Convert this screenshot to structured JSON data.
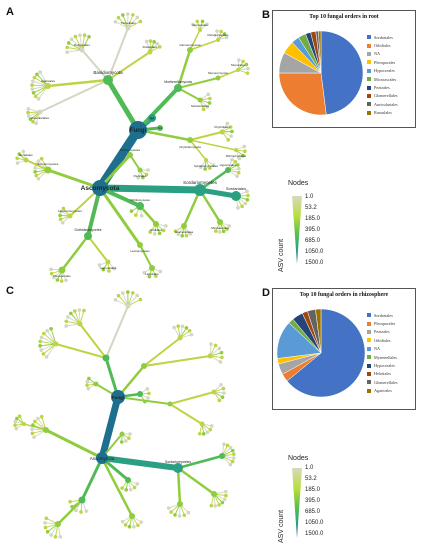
{
  "panels": {
    "a": {
      "letter": "A"
    },
    "b": {
      "letter": "B",
      "title": "Top 10 fungal orders in root",
      "legend": [
        "Sordariales",
        "Orbiliales",
        "NA",
        "Pleosporales",
        "Hypocreales",
        "Microascales",
        "Pezizales",
        "Glomerellales",
        "Auriculariales",
        "Russulales"
      ],
      "colors": [
        "#4472C4",
        "#ED7D31",
        "#A5A5A5",
        "#FFC000",
        "#5B9BD5",
        "#70AD47",
        "#264478",
        "#9E480E",
        "#636363",
        "#997300"
      ]
    },
    "c": {
      "letter": "C"
    },
    "d": {
      "letter": "D",
      "title": "Top 10 fungal orders in rhizosphere",
      "legend": [
        "Sordariales",
        "Pleosporales",
        "Pezizales",
        "Orbiliales",
        "NA",
        "Mytrenellales",
        "Hypocreales",
        "Helotiales",
        "Glomerellales",
        "Agaricales"
      ],
      "colors": [
        "#4472C4",
        "#ED7D31",
        "#A5A5A5",
        "#FFC000",
        "#5B9BD5",
        "#70AD47",
        "#264478",
        "#9E480E",
        "#636363",
        "#997300"
      ]
    }
  },
  "tree_a": {
    "root": "Fungi",
    "nodes": {
      "root_na": "NA",
      "na2": "NA",
      "basidio": "Basidiomycota",
      "asco": "Ascomycota",
      "mortierello": "Mortierellomycota",
      "glomero": "Glomeromycota",
      "mucoro": "Mucoromycota",
      "chytridio": "Chytridiomycota",
      "agaricales": "Agaricales",
      "tremellales": "Tremellales",
      "polyporales": "Polyporales",
      "sordario": "Sordariomycetes",
      "eurotio": "Eurotiomycetes",
      "dothideo": "Dothideomycetes",
      "orbilio": "Orbiliomycetes",
      "pezizo": "Pezizomycetes",
      "leotio": "Leotiomycetes",
      "sordariales": "Sordariales",
      "pleosporales": "Pleosporales",
      "helotiales": "Helotiales",
      "orbiliales": "Orbiliales",
      "pezizales": "Pezizales",
      "hypocreales": "Hypocreales",
      "eurotiales": "Eurotiales",
      "capnodiales": "Capnodiales",
      "lecanoromycetes": "Lecanoromycetes",
      "microascales": "Microascales",
      "glomerellales": "Glomerellales",
      "auriculariales": "Auriculariales",
      "russulales": "Russulales",
      "chytridiales": "Chytridiales",
      "spizellomycetales": "Spizellomycetales",
      "rhizophydiales": "Rhizophydiales",
      "mortierellales": "Mortierellales",
      "glomerales": "Glomerales",
      "paraglomerales": "Paraglomerales",
      "mucorales": "Mucorales"
    }
  },
  "tree_c": {
    "root": "Fungi",
    "nodes": {
      "asco": "Ascomycota",
      "sordario": "Sordariomycetes"
    }
  },
  "scale": {
    "title": "Nodes",
    "ylabel": "ASV count",
    "ticks": [
      "1.0",
      "53.2",
      "185.0",
      "395.0",
      "685.0",
      "1050.0",
      "1500.0"
    ]
  }
}
